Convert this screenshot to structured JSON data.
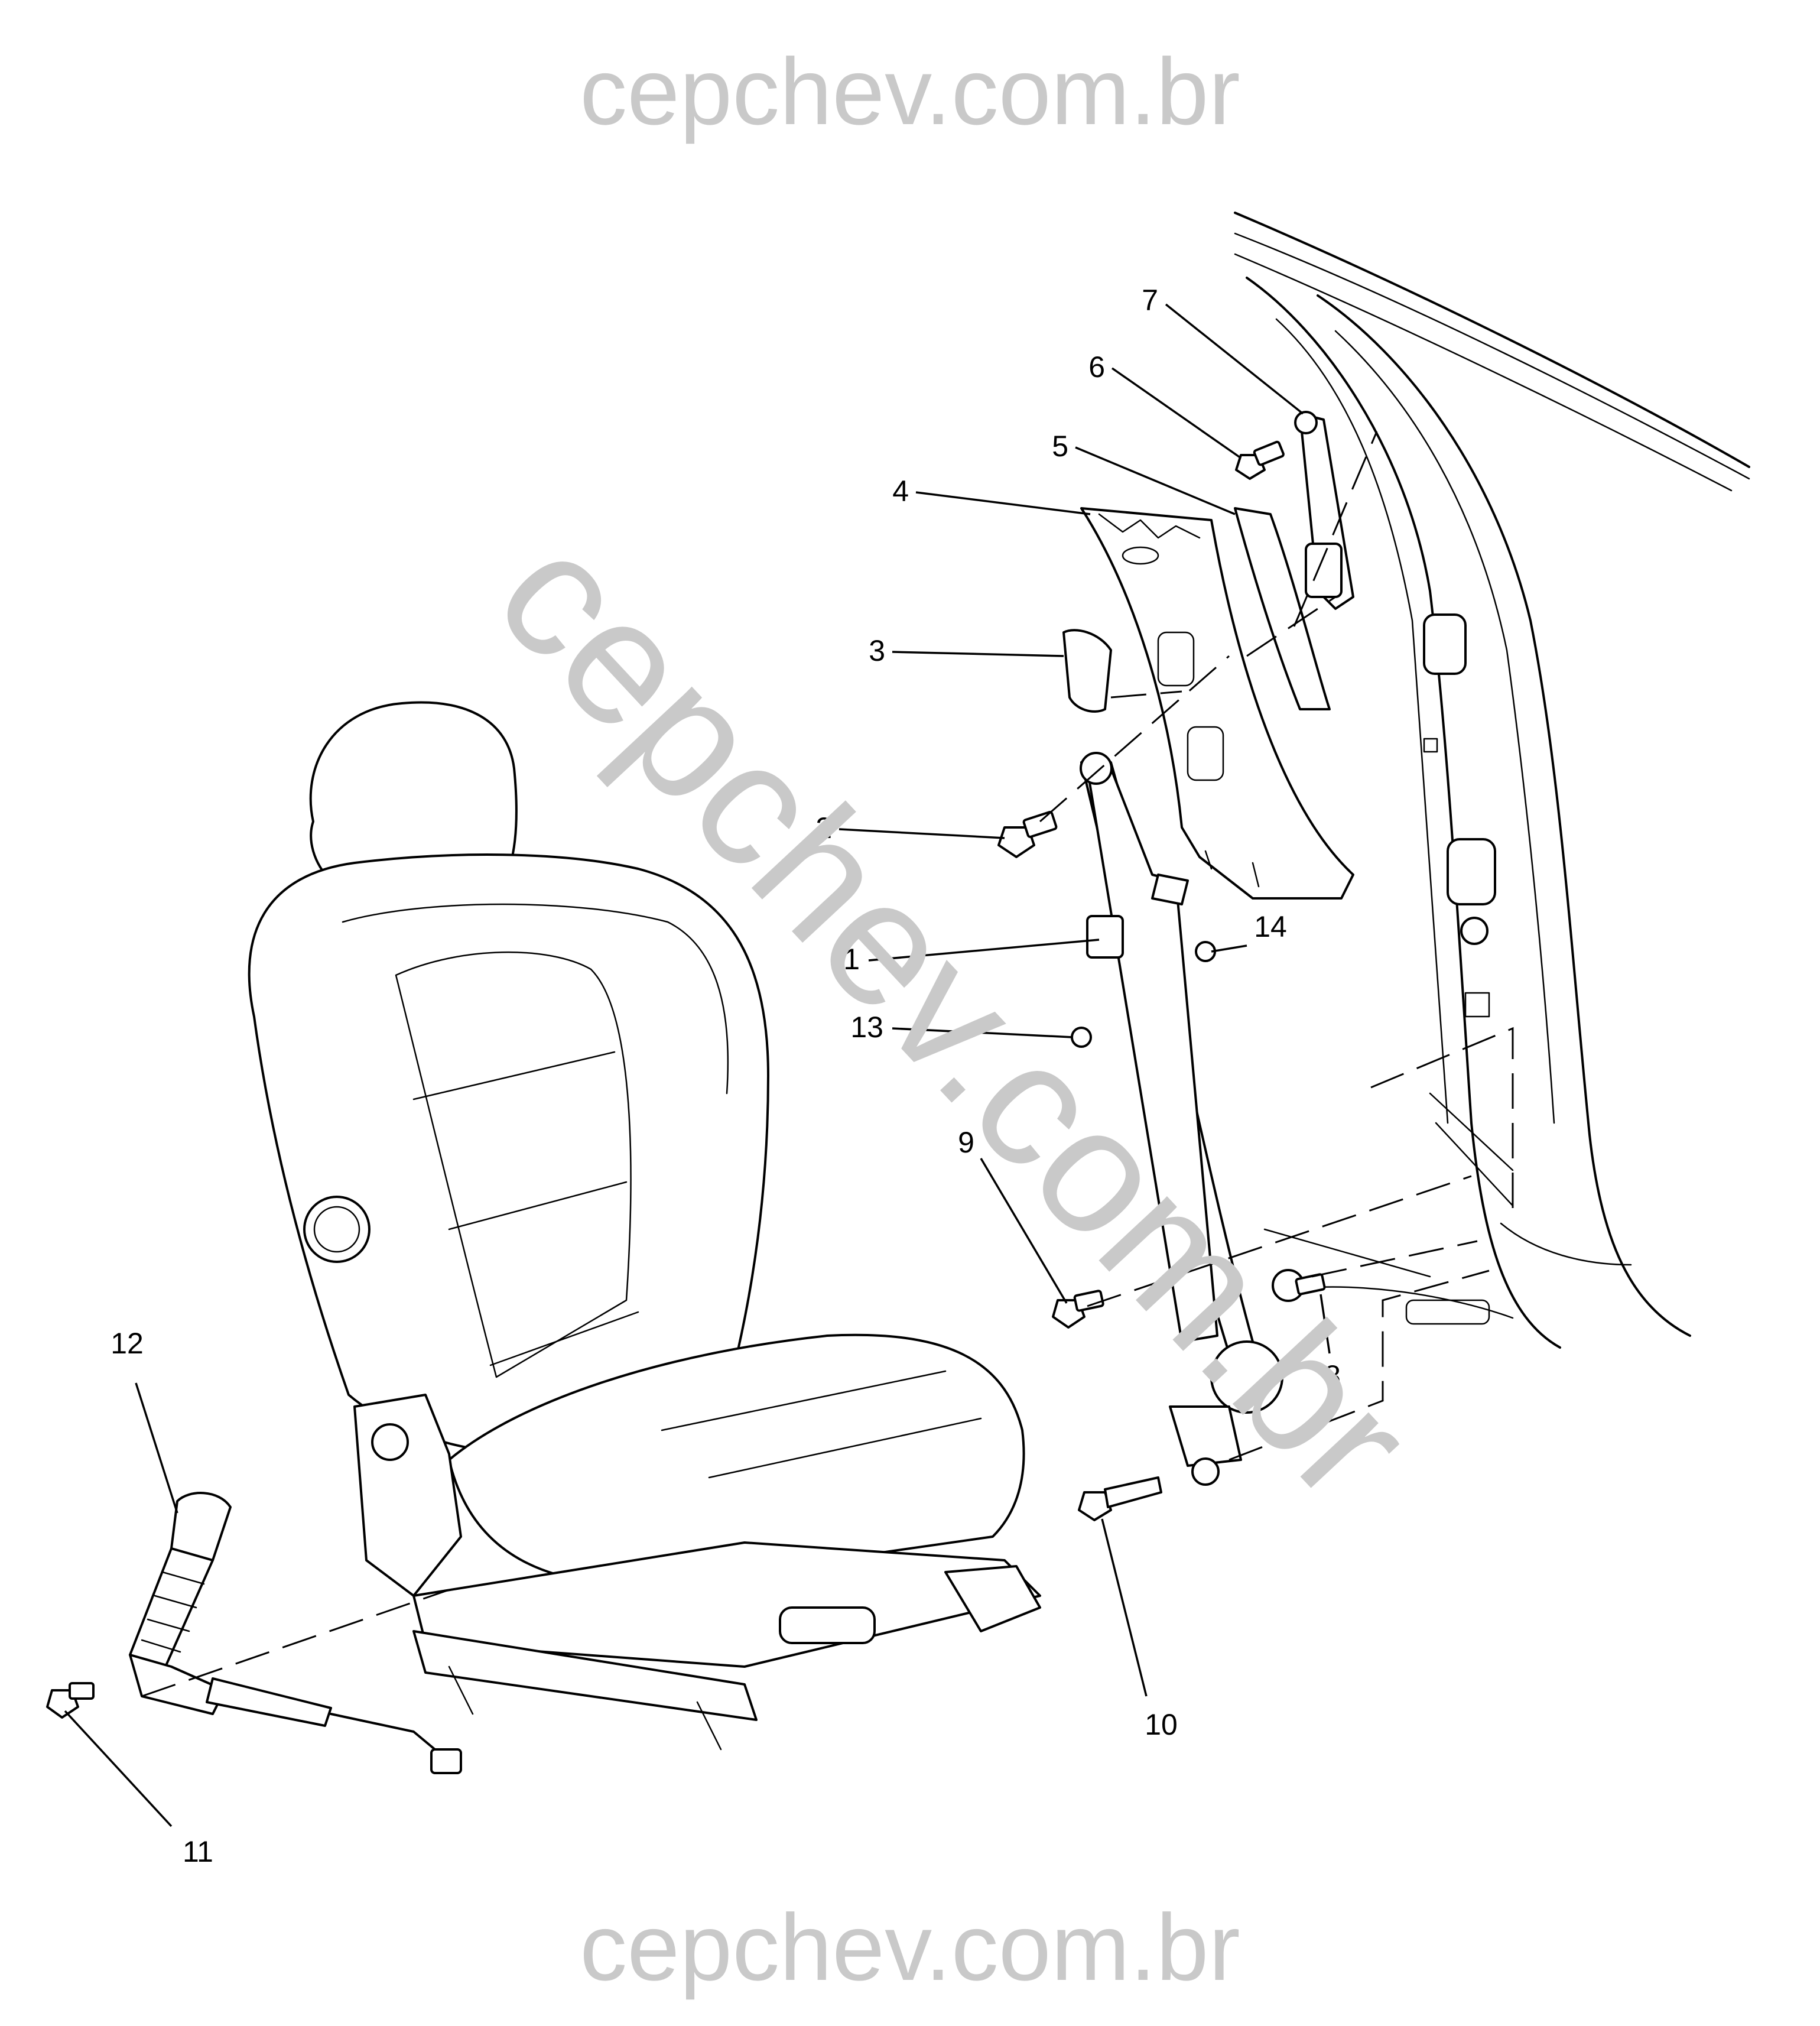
{
  "watermark": {
    "top": "cepchev.com.br",
    "diagonal": "cepchev.com.br",
    "bottom": "cepchev.com.br"
  },
  "callouts": [
    {
      "id": "1",
      "label": "1"
    },
    {
      "id": "2",
      "label": "2"
    },
    {
      "id": "3",
      "label": "3"
    },
    {
      "id": "4",
      "label": "4"
    },
    {
      "id": "5",
      "label": "5"
    },
    {
      "id": "6",
      "label": "6"
    },
    {
      "id": "7",
      "label": "7"
    },
    {
      "id": "8",
      "label": "8"
    },
    {
      "id": "9",
      "label": "9"
    },
    {
      "id": "10",
      "label": "10"
    },
    {
      "id": "11",
      "label": "11"
    },
    {
      "id": "12",
      "label": "12"
    },
    {
      "id": "13",
      "label": "13"
    },
    {
      "id": "14",
      "label": "14"
    }
  ],
  "colors": {
    "line": "#000000",
    "watermark": "#c9c9c9",
    "background": "#ffffff"
  }
}
